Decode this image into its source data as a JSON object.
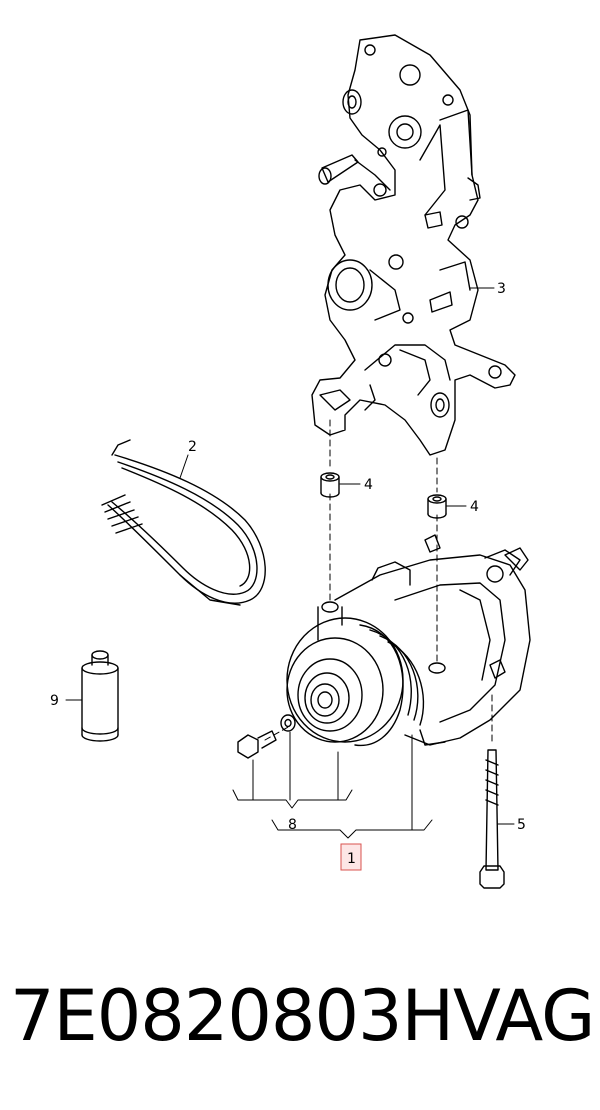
{
  "callouts": {
    "c1": "1",
    "c2": "2",
    "c3": "3",
    "c4a": "4",
    "c4b": "4",
    "c5": "5",
    "c8": "8",
    "c9": "9"
  },
  "footer": {
    "part_number": "7E0820803H",
    "brand": "VAG"
  },
  "colors": {
    "line": "#000000",
    "highlight_border": "#d9534f",
    "highlight_fill": "#fde6e6"
  }
}
